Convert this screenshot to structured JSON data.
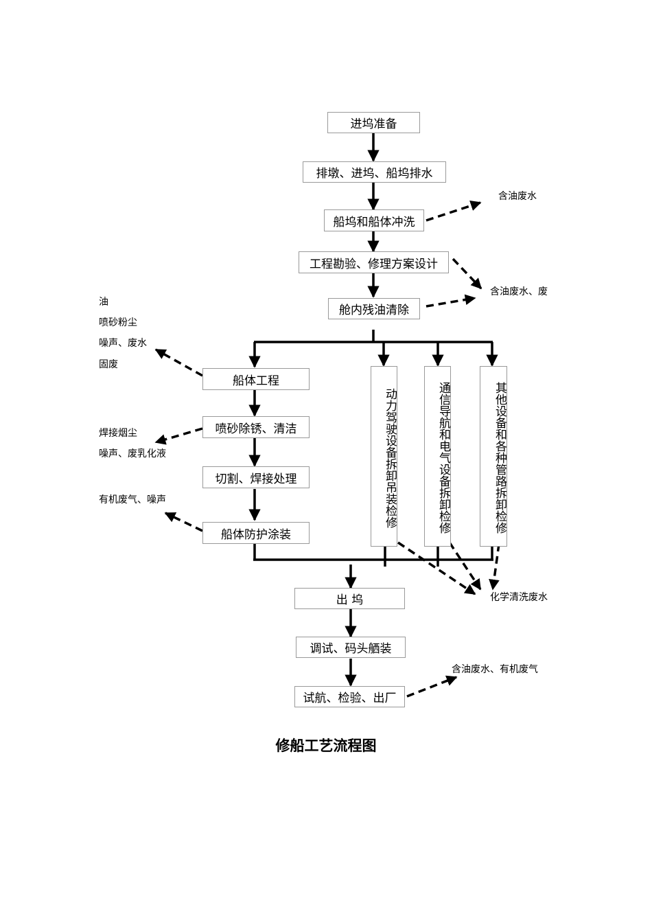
{
  "steps": {
    "s1": "进坞准备",
    "s2": "排墩、进坞、船坞排水",
    "s3": "船坞和船体冲洗",
    "s4": "工程勘验、修理方案设计",
    "s5": "舱内残油清除",
    "hull": "船体工程",
    "sand": "喷砂除锈、清洁",
    "cut": "切割、焊接处理",
    "coat": "船体防护涂装",
    "power": "动力驾驶设备拆卸吊装检修",
    "comm": "通信导航和电气设备拆卸检修",
    "other": "其他设备和各种管路拆卸检修",
    "out": "出 坞",
    "debug": "调试、码头舾装",
    "trial": "试航、检验、出厂"
  },
  "emissions": {
    "wash": "含油废水",
    "survey": "含油废水、废",
    "hull_1": "油",
    "hull_2": "喷砂粉尘",
    "hull_3": "噪声、废水",
    "hull_4": "固废",
    "sand_1": "焊接烟尘",
    "sand_2": "噪声、废乳化液",
    "coat": "有机废气、噪声",
    "chem": "化学清洗废水",
    "trial": "含油废水、有机废气"
  },
  "caption": "修船工艺流程图"
}
